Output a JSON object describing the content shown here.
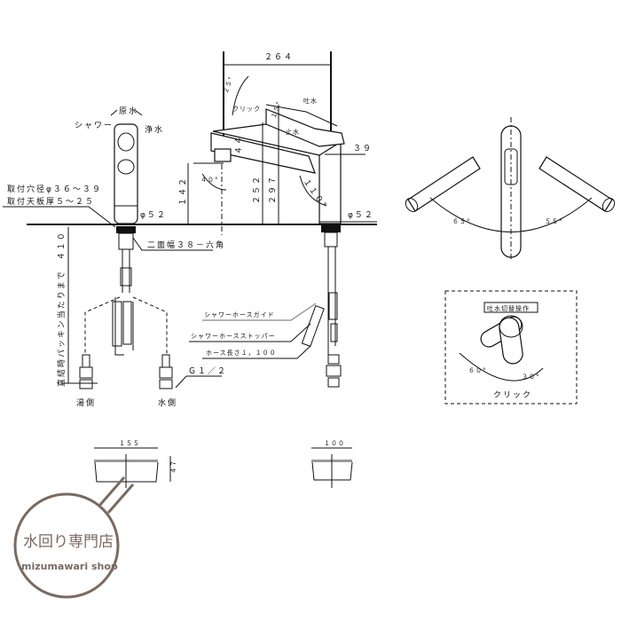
{
  "front_view": {
    "lever_labels": {
      "raw_water": "原水",
      "shower": "シャワー",
      "purified": "浄水"
    },
    "mount_hole": "取付穴径φ３６～３９",
    "counter_thickness": "取付天板厚５～２５",
    "diameter": "φ５２",
    "hex_width": "二面幅３８－六角",
    "packing_height": "直結時パッキン当たりまで　４１０",
    "hot_side": "湯側",
    "cold_side": "水側",
    "thread": "Ｇ１／２"
  },
  "side_view": {
    "width": "２６４",
    "spout_height": "１４２",
    "angle_40": "４０°",
    "angle_25": "２５°",
    "click": "クリック",
    "angle_15": "１５°",
    "spout_water": "吐水",
    "stop_water": "止水",
    "height_252": "２５２",
    "height_297": "２９７",
    "angle_110": "１１０°",
    "dim_39": "３９",
    "dim_44": "４４",
    "diameter": "φ５２",
    "hose_guide": "シャワーホースガイド",
    "hose_stopper": "シャワーホースストッパー",
    "hose_length": "ホース長さ１，１００"
  },
  "top_view": {
    "angle_left": "６５°",
    "angle_right": "５５°"
  },
  "lever_detail": {
    "title": "吐水切替操作",
    "angle_60": "６０°",
    "angle_30": "３０°",
    "click": "クリック"
  },
  "caps": {
    "left_width": "１５５",
    "left_height": "４７",
    "right_width": "１００"
  },
  "watermark": {
    "jp": "水回り専門店",
    "en": "mizumawari shop",
    "color": "#7a6a62"
  }
}
